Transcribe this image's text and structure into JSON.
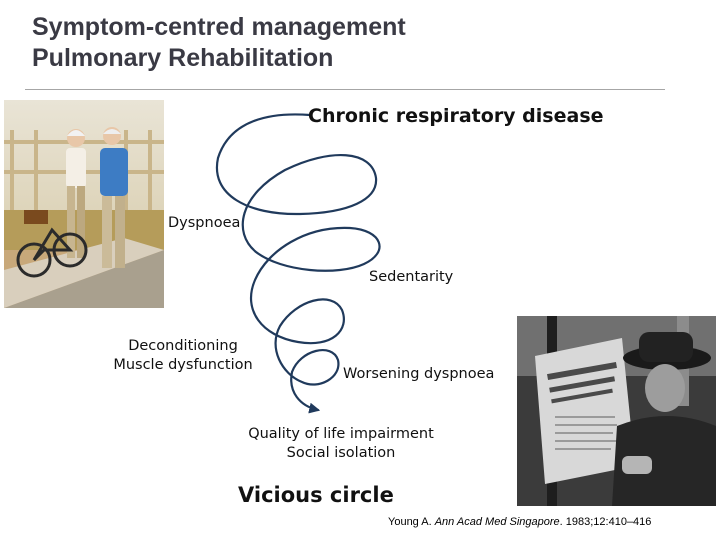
{
  "slide": {
    "title_line1": "Symptom-centred management",
    "title_line2": "Pulmonary Rehabilitation"
  },
  "diagram": {
    "start_label": "Chronic respiratory disease",
    "stages": {
      "dyspnoea": "Dyspnoea",
      "sedentarity": "Sedentarity",
      "deconditioning": "Deconditioning",
      "muscle_dysfunction": "Muscle dysfunction",
      "worsening": "Worsening dyspnoea",
      "qol": "Quality of life impairment",
      "social": "Social isolation"
    },
    "conclusion": "Vicious circle",
    "spiral_color": "#203a5c"
  },
  "citation": {
    "author": "Young A.",
    "journal": "Ann Acad Med Singapore",
    "details": ". 1983;12:410–416"
  },
  "images": {
    "couple": "elderly couple walking with bicycle on boardwalk",
    "newspaper": "elderly man in hat reading newspaper (black and white)"
  }
}
